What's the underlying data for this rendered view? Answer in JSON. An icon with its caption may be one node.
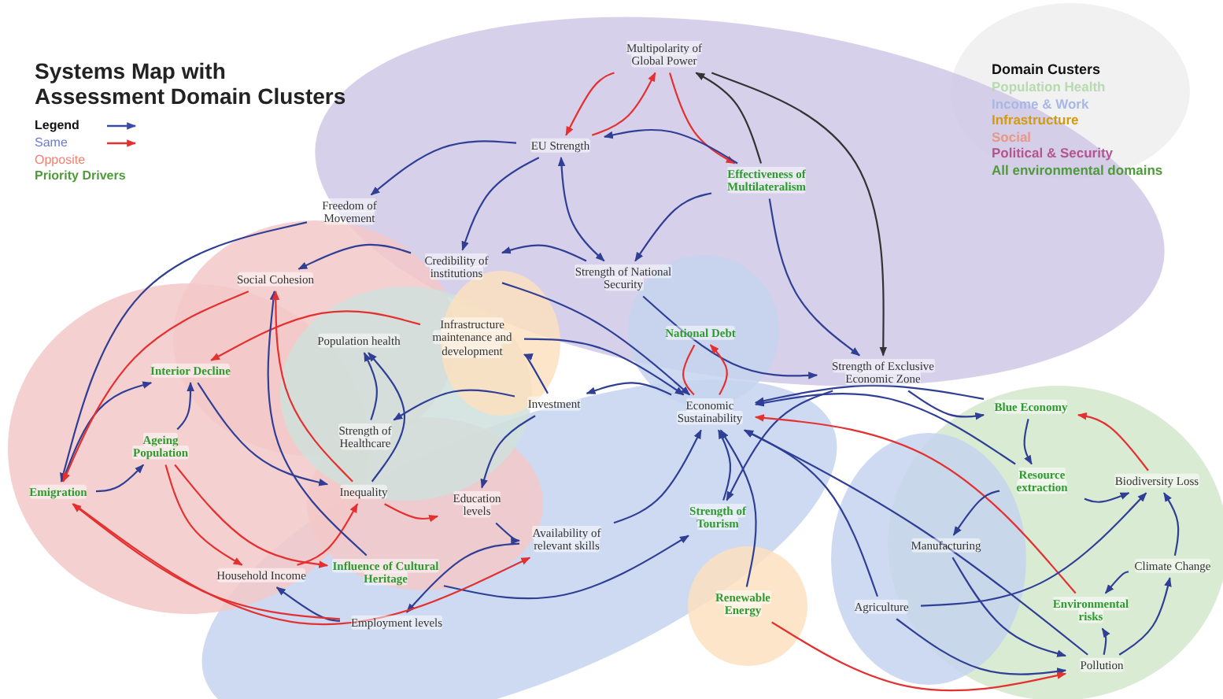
{
  "diagram": {
    "title": "Systems Map with Assessment Domain Clusters",
    "nodes": [
      {
        "text": [
          "Multipolarity of Global Power"
        ]
      },
      {
        "text": [
          "EU Strength"
        ]
      },
      {
        "text": [
          "Effectiveness of Multilateralism"
        ]
      },
      {
        "text": [
          "Freedom of Movement"
        ]
      },
      {
        "text": [
          "Credibility of institutions"
        ]
      },
      {
        "text": [
          "Strength of National Security"
        ]
      },
      {
        "text": [
          "Social Cohesion"
        ]
      },
      {
        "text": [
          "Population health"
        ]
      },
      {
        "text": [
          "Infrastructure maintenance and development"
        ]
      },
      {
        "text": [
          "National Debt"
        ]
      },
      {
        "text": [
          "Strength of Exclusive Economic Zone"
        ]
      },
      {
        "text": [
          "Interior Decline"
        ]
      },
      {
        "text": [
          "Investment"
        ]
      },
      {
        "text": [
          "Economic Sustainability"
        ]
      },
      {
        "text": [
          "Blue Economy"
        ]
      },
      {
        "text": [
          "Strength of Healthcare"
        ]
      },
      {
        "text": [
          "Ageing Population"
        ]
      },
      {
        "text": [
          "Emigration"
        ]
      },
      {
        "text": [
          "Inequality"
        ]
      },
      {
        "text": [
          "Education levels"
        ]
      },
      {
        "text": [
          "Resource extraction"
        ]
      },
      {
        "text": [
          "Biodiversity Loss"
        ]
      },
      {
        "text": [
          "Strength of Tourism"
        ]
      },
      {
        "text": [
          "Availability of relevant skills"
        ]
      },
      {
        "text": [
          "Household Income"
        ]
      },
      {
        "text": [
          "Influence of Cultural Heritage"
        ]
      },
      {
        "text": [
          "Manufacturing"
        ]
      },
      {
        "text": [
          "Climate Change"
        ]
      },
      {
        "text": [
          "Renewable Energy"
        ]
      },
      {
        "text": [
          "Agriculture"
        ]
      },
      {
        "text": [
          "Environmental risks"
        ]
      },
      {
        "text": [
          "Employment levels"
        ]
      },
      {
        "text": [
          "Pollution"
        ]
      }
    ],
    "edges": [
      {
        "from": 1,
        "to": 0,
        "arrow": "to",
        "color": "#e53030"
      },
      {
        "from": 0,
        "to": 1,
        "arrow": "to",
        "color": "#e53030"
      },
      {
        "from": 0,
        "to": 2,
        "arrow": "to",
        "color": "#e53030"
      },
      {
        "from": 2,
        "to": 0,
        "arrow": "to",
        "color": "#333333"
      },
      {
        "from": 0,
        "to": 10,
        "arrow": "to",
        "color": "#333333"
      },
      {
        "from": 1,
        "to": 4,
        "arrow": "to"
      },
      {
        "from": 1,
        "to": 5,
        "arrow": "both"
      },
      {
        "from": 2,
        "to": 1,
        "arrow": "to"
      },
      {
        "from": 2,
        "to": 5,
        "arrow": "to"
      },
      {
        "from": 2,
        "to": 10,
        "arrow": "to"
      },
      {
        "from": 1,
        "to": 3,
        "arrow": "to"
      },
      {
        "from": 5,
        "to": 4,
        "arrow": "to"
      },
      {
        "from": 5,
        "to": 10,
        "arrow": "to"
      },
      {
        "from": 4,
        "to": 6,
        "arrow": "to"
      },
      {
        "from": 3,
        "to": 17,
        "arrow": "to"
      },
      {
        "from": 4,
        "to": 13,
        "arrow": "to"
      },
      {
        "from": 8,
        "to": 13,
        "arrow": "to"
      },
      {
        "from": 13,
        "to": 12,
        "arrow": "to"
      },
      {
        "from": 12,
        "to": 8,
        "arrow": "to"
      },
      {
        "from": 12,
        "to": 19,
        "arrow": "to"
      },
      {
        "from": 12,
        "to": 15,
        "arrow": "to"
      },
      {
        "from": 15,
        "to": 7,
        "arrow": "to"
      },
      {
        "from": 18,
        "to": 7,
        "arrow": "to"
      },
      {
        "from": 8,
        "to": 11,
        "arrow": "to",
        "color": "#e53030"
      },
      {
        "from": 9,
        "to": 13,
        "arrow": "none",
        "color": "#e53030"
      },
      {
        "from": 13,
        "to": 9,
        "arrow": "to",
        "color": "#e53030"
      },
      {
        "from": 10,
        "to": 14,
        "arrow": "to"
      },
      {
        "from": 10,
        "to": 22,
        "arrow": "to"
      },
      {
        "from": 22,
        "to": 13,
        "arrow": "to"
      },
      {
        "from": 23,
        "to": 13,
        "arrow": "to"
      },
      {
        "from": 19,
        "to": 23,
        "arrow": "to"
      },
      {
        "from": 25,
        "to": 22,
        "arrow": "to"
      },
      {
        "from": 23,
        "to": 31,
        "arrow": "to"
      },
      {
        "from": 31,
        "to": 24,
        "arrow": "to"
      },
      {
        "from": 31,
        "to": 17,
        "arrow": "to",
        "color": "#e53030"
      },
      {
        "from": 17,
        "to": 23,
        "arrow": "to",
        "color": "#e53030"
      },
      {
        "from": 18,
        "to": 19,
        "arrow": "to",
        "color": "#e53030"
      },
      {
        "from": 24,
        "to": 18,
        "arrow": "to",
        "color": "#e53030"
      },
      {
        "from": 16,
        "to": 24,
        "arrow": "to",
        "color": "#e53030"
      },
      {
        "from": 16,
        "to": 25,
        "arrow": "to",
        "color": "#e53030"
      },
      {
        "from": 17,
        "to": 11,
        "arrow": "to"
      },
      {
        "from": 17,
        "to": 16,
        "arrow": "to"
      },
      {
        "from": 16,
        "to": 11,
        "arrow": "to"
      },
      {
        "from": 6,
        "to": 17,
        "arrow": "to",
        "color": "#e53030"
      },
      {
        "from": 11,
        "to": 18,
        "arrow": "to"
      },
      {
        "from": 25,
        "to": 6,
        "arrow": "to"
      },
      {
        "from": 18,
        "to": 6,
        "arrow": "to",
        "color": "#e53030"
      },
      {
        "from": 14,
        "to": 13,
        "arrow": "to"
      },
      {
        "from": 20,
        "to": 13,
        "arrow": "to"
      },
      {
        "from": 29,
        "to": 13,
        "arrow": "to"
      },
      {
        "from": 32,
        "to": 13,
        "arrow": "to"
      },
      {
        "from": 30,
        "to": 13,
        "arrow": "to",
        "color": "#e53030"
      },
      {
        "from": 28,
        "to": 13,
        "arrow": "to"
      },
      {
        "from": 26,
        "to": 32,
        "arrow": "to"
      },
      {
        "from": 29,
        "to": 32,
        "arrow": "to"
      },
      {
        "from": 28,
        "to": 32,
        "arrow": "to",
        "color": "#e53030"
      },
      {
        "from": 14,
        "to": 20,
        "arrow": "to"
      },
      {
        "from": 20,
        "to": 26,
        "arrow": "to"
      },
      {
        "from": 20,
        "to": 21,
        "arrow": "to"
      },
      {
        "from": 21,
        "to": 14,
        "arrow": "to",
        "color": "#e53030"
      },
      {
        "from": 29,
        "to": 21,
        "arrow": "to"
      },
      {
        "from": 27,
        "to": 21,
        "arrow": "to"
      },
      {
        "from": 27,
        "to": 30,
        "arrow": "to"
      },
      {
        "from": 32,
        "to": 30,
        "arrow": "to"
      },
      {
        "from": 32,
        "to": 27,
        "arrow": "to"
      }
    ],
    "labels": [
      "Legend",
      "Domain Custers"
    ],
    "legend": [
      {
        "text": "Same"
      },
      {
        "text": "Opposite"
      },
      {
        "text": "Priority Drivers"
      },
      {
        "text": "Population Health",
        "color": "#b6dbae"
      },
      {
        "text": "Income & Work",
        "color": "#a8b8e6"
      },
      {
        "text": "Infrastructure",
        "color": "#d49a10"
      },
      {
        "text": "Social",
        "color": "#e49a88"
      },
      {
        "text": "Political & Security",
        "color": "#b45490"
      },
      {
        "text": "All environmental domains",
        "color": "#4f9a3a"
      }
    ]
  }
}
